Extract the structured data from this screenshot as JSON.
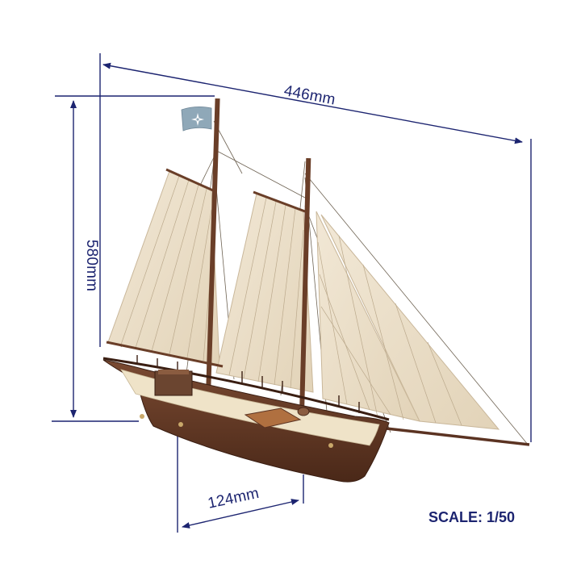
{
  "dimensions": {
    "length": "446mm",
    "height": "580mm",
    "beam": "124mm"
  },
  "scale": "SCALE: 1/50",
  "colors": {
    "dimension_line": "#1c2470",
    "sail": "#ece0cc",
    "sail_seam": "#b9a88c",
    "hull_dark": "#5b3322",
    "hull_light": "#efe3c8",
    "mast": "#6a3e28",
    "flag": "#8fa8b8"
  },
  "icons": {
    "flag_emblem": "compass-rose-icon"
  }
}
